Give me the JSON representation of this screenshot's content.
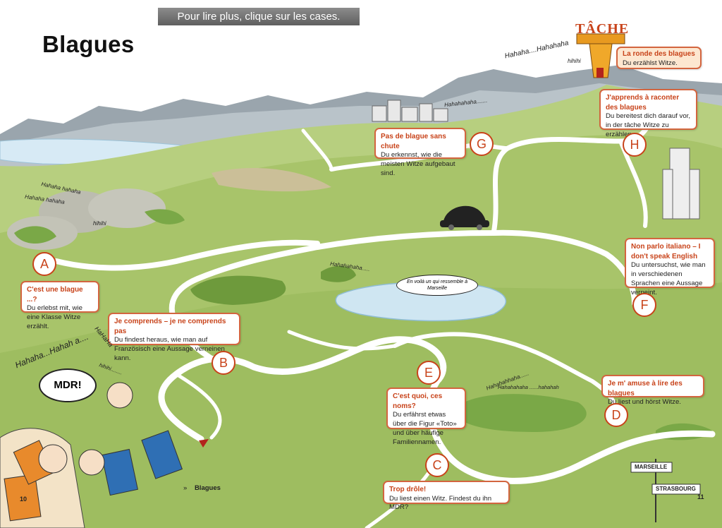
{
  "banner": {
    "text": "Pour lire plus, clique sur les cases."
  },
  "page_title": "Blagues",
  "tache": {
    "label": "TÂCHE"
  },
  "colors": {
    "accent": "#c8431a",
    "box_border": "#d3653f",
    "tache_box": "#fde7d0",
    "grass": "#a8c46a",
    "path": "#ffffff"
  },
  "stations": [
    {
      "letter": "A",
      "title": "C'est une blague ...?",
      "desc": "Du erlebst mit, wie eine Klasse Witze erzählt."
    },
    {
      "letter": "B",
      "title": "Je comprends – je ne comprends pas",
      "desc": "Du findest heraus, wie man auf Französisch eine Aussage verneinen kann."
    },
    {
      "letter": "C",
      "title": "Trop drôle!",
      "desc": "Du liest einen Witz. Findest du ihn MDR?"
    },
    {
      "letter": "D",
      "title": "Je m' amuse à lire des blagues",
      "desc": "Du liest und hörst Witze."
    },
    {
      "letter": "E",
      "title": "C'est quoi, ces noms?",
      "desc": "Du erfährst etwas über die Figur «Toto» und über häufige Familiennamen."
    },
    {
      "letter": "F",
      "title": "Non parlo italiano – I don't speak English",
      "desc": "Du untersuchst, wie man in verschiedenen Sprachen eine Aussage verneint."
    },
    {
      "letter": "G",
      "title": "Pas de blague sans chute",
      "desc": "Du erkennst, wie die meisten Witze aufgebaut sind."
    },
    {
      "letter": "H",
      "title": "J'apprends à raconter des blagues",
      "desc": "Du bereitest dich darauf vor, in der tâche Witze zu erzählen."
    }
  ],
  "tache_task": {
    "title": "La ronde des blagues",
    "desc": "Du erzählst Witze."
  },
  "laughs": {
    "tower": "Hahaha....Hahahaha",
    "tower2": "hihihi",
    "city": "Hahahahaha.......",
    "hills1": "Hahaha hahaha",
    "hills2": "Hahaha hahaha",
    "hills3": "hihihi",
    "lake": "Hahahahaha.....",
    "bush1": "Hahahahhaha......",
    "bush2": "Hahahahaha ......hahahah",
    "kids1": "Hahaha...Hahah a....",
    "kids2": "HaHaHa",
    "kids3": "hihihi........"
  },
  "bubbles": {
    "mdr": "MDR!",
    "lake_speech": "En voilà un qui ressemble à Marseille"
  },
  "signpost": {
    "top": "MARSEILLE",
    "bottom": "STRASBOURG"
  },
  "pages": {
    "left": "10",
    "right": "11"
  },
  "footer": {
    "arrow": "»",
    "label": "Blagues"
  }
}
